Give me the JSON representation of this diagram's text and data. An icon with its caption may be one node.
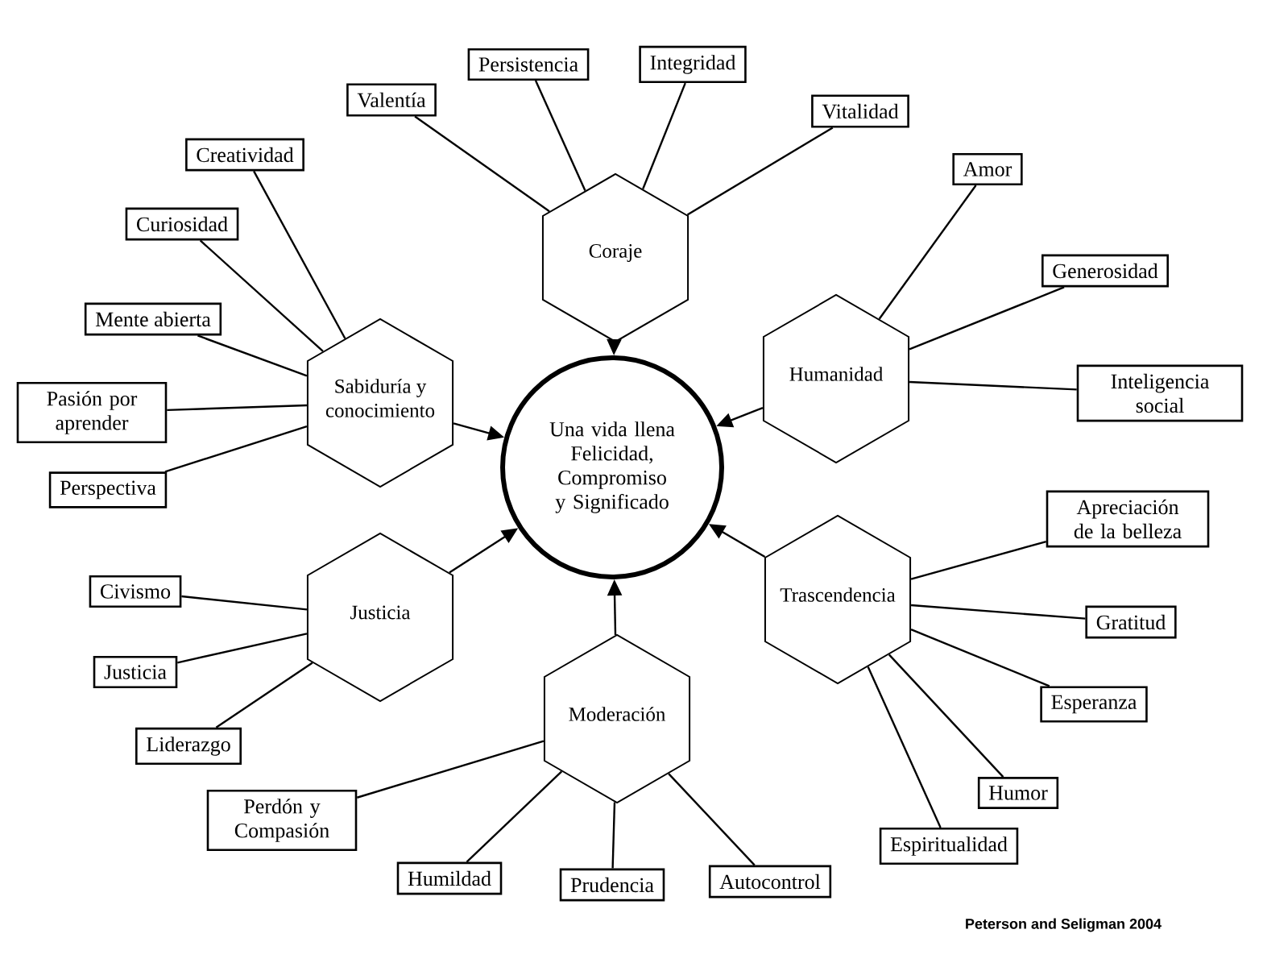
{
  "diagram": {
    "nodes": [
      {
        "text": [
          "Una vida llena Felicidad, Compromiso y Significado"
        ]
      },
      {
        "text": [
          "Coraje"
        ]
      },
      {
        "text": [
          "Valentía"
        ]
      },
      {
        "text": [
          "Persistencia"
        ]
      },
      {
        "text": [
          "Integridad"
        ]
      },
      {
        "text": [
          "Vitalidad"
        ]
      },
      {
        "text": [
          "Humanidad"
        ]
      },
      {
        "text": [
          "Amor"
        ]
      },
      {
        "text": [
          "Generosidad"
        ]
      },
      {
        "text": [
          "Inteligencia social"
        ]
      },
      {
        "text": [
          "Sabiduría y conocimiento"
        ]
      },
      {
        "text": [
          "Creatividad"
        ]
      },
      {
        "text": [
          "Curiosidad"
        ]
      },
      {
        "text": [
          "Mente abierta"
        ]
      },
      {
        "text": [
          "Pasión por aprender"
        ]
      },
      {
        "text": [
          "Perspectiva"
        ]
      },
      {
        "text": [
          "Trascendencia"
        ]
      },
      {
        "text": [
          "Apreciación de la belleza"
        ]
      },
      {
        "text": [
          "Gratitud"
        ]
      },
      {
        "text": [
          "Esperanza"
        ]
      },
      {
        "text": [
          "Humor"
        ]
      },
      {
        "text": [
          "Espiritualidad"
        ]
      },
      {
        "text": [
          "Justicia"
        ]
      },
      {
        "text": [
          "Civismo"
        ]
      },
      {
        "text": [
          "Justicia"
        ]
      },
      {
        "text": [
          "Liderazgo"
        ]
      },
      {
        "text": [
          "Moderación"
        ]
      },
      {
        "text": [
          "Perdón y Compasión"
        ]
      },
      {
        "text": [
          "Humildad"
        ]
      },
      {
        "text": [
          "Prudencia"
        ]
      },
      {
        "text": [
          "Autocontrol"
        ]
      }
    ],
    "edges": [
      {
        "from": 1,
        "to": 0,
        "arrow": "to"
      },
      {
        "from": 2,
        "to": 1,
        "arrow": "none"
      },
      {
        "from": 3,
        "to": 1,
        "arrow": "none"
      },
      {
        "from": 4,
        "to": 1,
        "arrow": "none"
      },
      {
        "from": 5,
        "to": 1,
        "arrow": "none"
      },
      {
        "from": 6,
        "to": 0,
        "arrow": "to"
      },
      {
        "from": 7,
        "to": 6,
        "arrow": "none"
      },
      {
        "from": 8,
        "to": 6,
        "arrow": "none"
      },
      {
        "from": 9,
        "to": 6,
        "arrow": "none"
      },
      {
        "from": 10,
        "to": 0,
        "arrow": "to"
      },
      {
        "from": 11,
        "to": 10,
        "arrow": "none"
      },
      {
        "from": 12,
        "to": 10,
        "arrow": "none"
      },
      {
        "from": 13,
        "to": 10,
        "arrow": "none"
      },
      {
        "from": 14,
        "to": 10,
        "arrow": "none"
      },
      {
        "from": 15,
        "to": 10,
        "arrow": "none"
      },
      {
        "from": 16,
        "to": 0,
        "arrow": "to"
      },
      {
        "from": 17,
        "to": 16,
        "arrow": "none"
      },
      {
        "from": 18,
        "to": 16,
        "arrow": "none"
      },
      {
        "from": 19,
        "to": 16,
        "arrow": "none"
      },
      {
        "from": 20,
        "to": 16,
        "arrow": "none"
      },
      {
        "from": 21,
        "to": 16,
        "arrow": "none"
      },
      {
        "from": 22,
        "to": 0,
        "arrow": "to"
      },
      {
        "from": 23,
        "to": 22,
        "arrow": "none"
      },
      {
        "from": 24,
        "to": 22,
        "arrow": "none"
      },
      {
        "from": 25,
        "to": 22,
        "arrow": "none"
      },
      {
        "from": 26,
        "to": 0,
        "arrow": "to"
      },
      {
        "from": 27,
        "to": 26,
        "arrow": "none"
      },
      {
        "from": 28,
        "to": 26,
        "arrow": "none"
      },
      {
        "from": 29,
        "to": 26,
        "arrow": "none"
      },
      {
        "from": 30,
        "to": 26,
        "arrow": "none"
      }
    ],
    "labels": [
      "Peterson and Seligman 2004"
    ]
  }
}
